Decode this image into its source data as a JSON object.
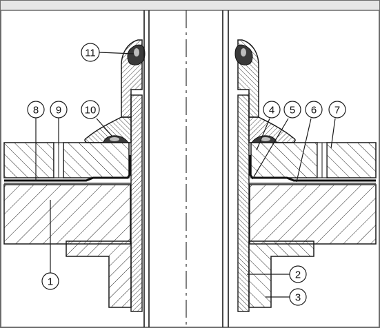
{
  "callouts": {
    "c1": "1",
    "c2": "2",
    "c3": "3",
    "c4": "4",
    "c5": "5",
    "c6": "6",
    "c7": "7",
    "c8": "8",
    "c9": "9",
    "c10": "10",
    "c11": "11"
  },
  "colors": {
    "outline": "#1a1a1a",
    "hatch": "#222222",
    "background": "#ffffff",
    "weld_fill": "#3a3a3a",
    "weld_highlight": "#bdbdbd",
    "frame": "#6b6b6b"
  }
}
